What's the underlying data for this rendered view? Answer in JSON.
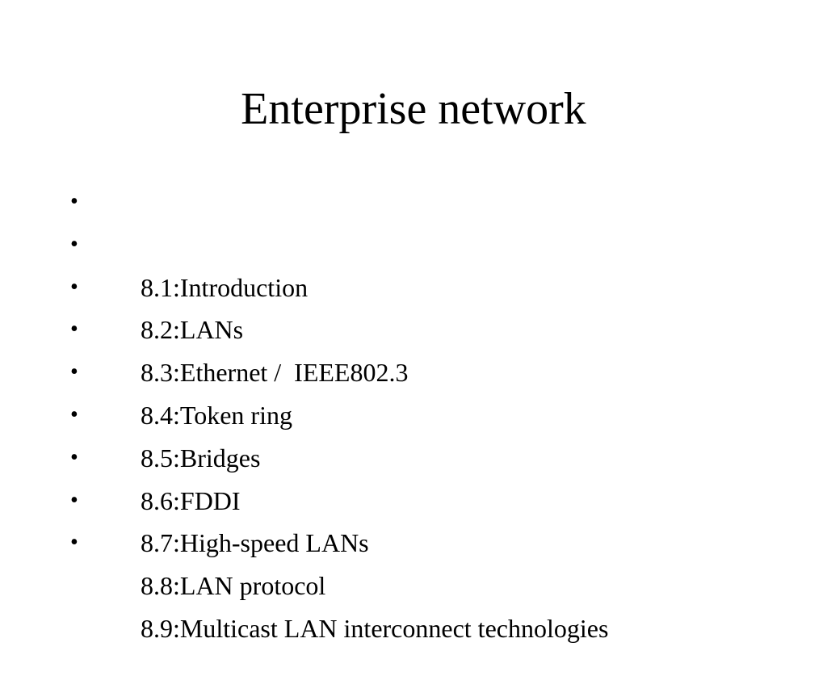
{
  "slide": {
    "title": "Enterprise network",
    "bullet_glyph": "•",
    "items": [
      {
        "label": "8.1:Introduction"
      },
      {
        "label": "8.2:LANs"
      },
      {
        "label": "8.3:Ethernet /  IEEE802.3"
      },
      {
        "label": "8.4:Token ring"
      },
      {
        "label": "8.5:Bridges"
      },
      {
        "label": "8.6:FDDI"
      },
      {
        "label": "8.7:High-speed LANs"
      },
      {
        "label": "8.8:LAN protocol"
      },
      {
        "label": "8.9:Multicast LAN interconnect technologies"
      }
    ]
  }
}
